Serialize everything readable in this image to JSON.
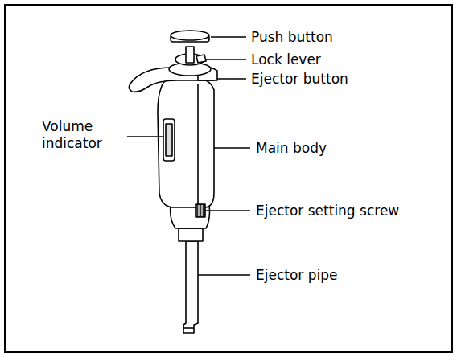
{
  "diagram": {
    "labels": [
      "Push button",
      "Lock lever",
      "Ejector button",
      "Volume indicator",
      "Main body",
      "Ejector setting screw",
      "Ejector pipe"
    ]
  }
}
